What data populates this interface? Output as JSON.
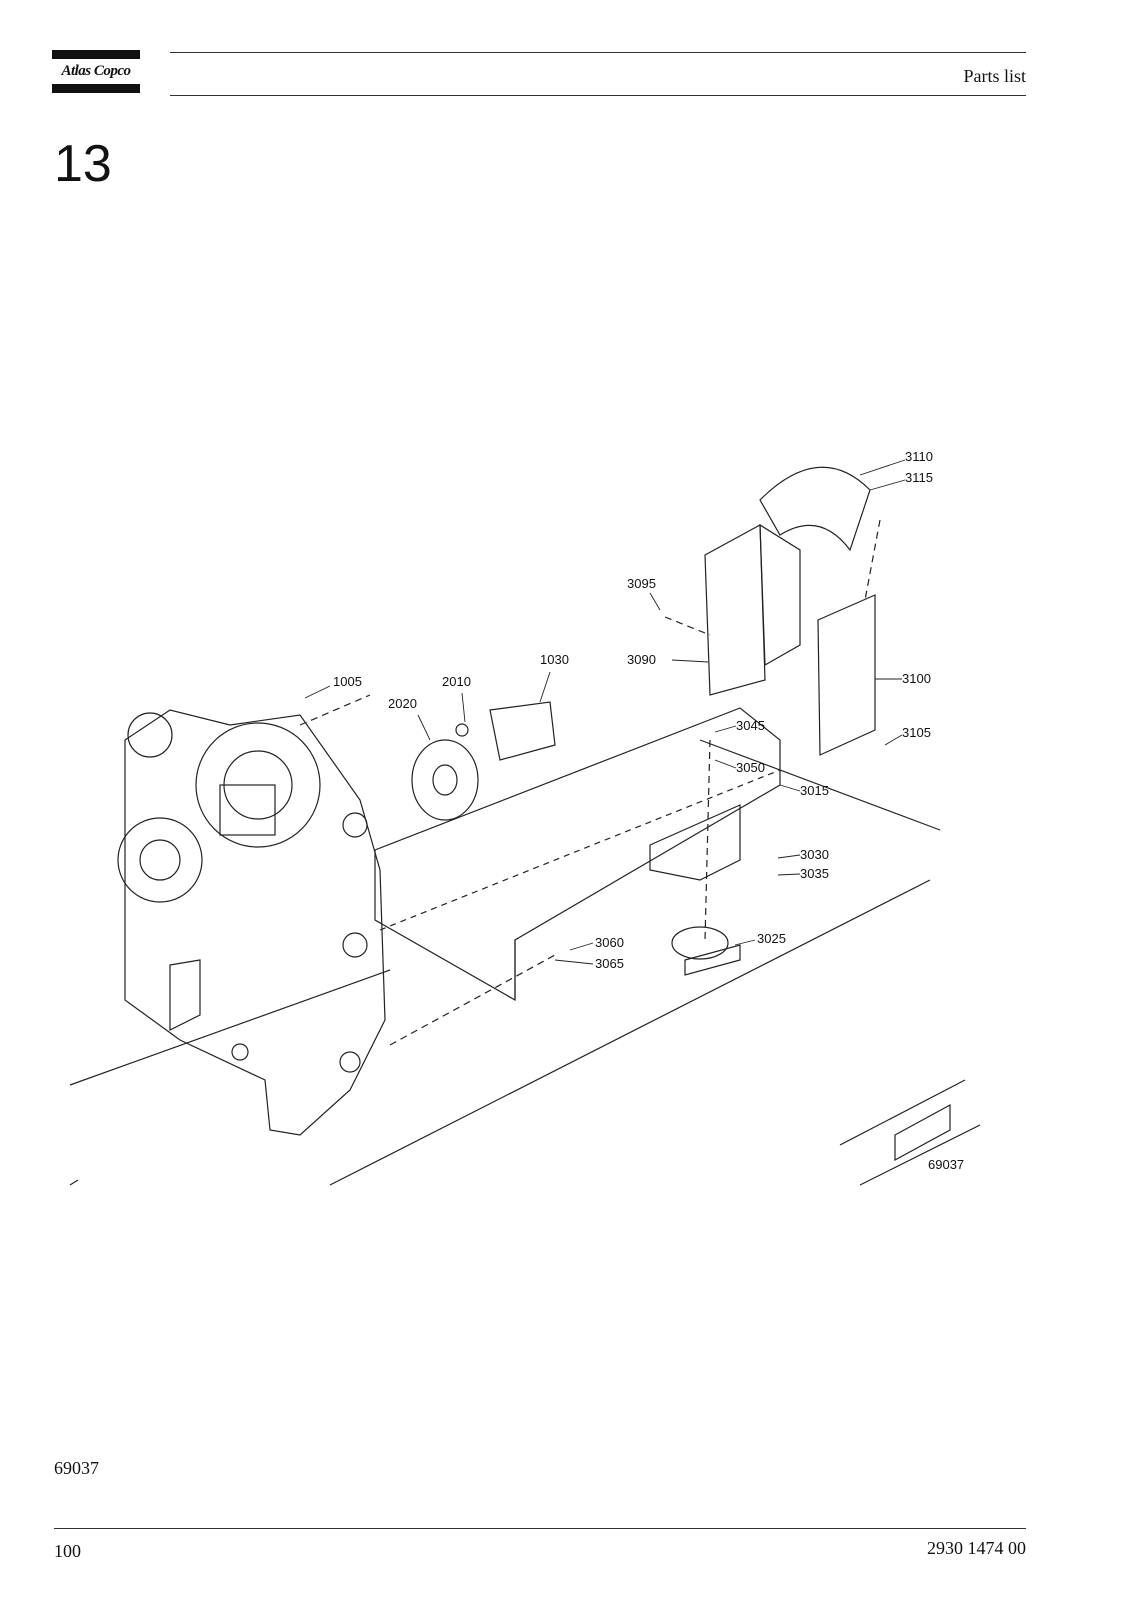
{
  "header": {
    "logo_text": "Atlas Copco",
    "title": "Parts list"
  },
  "chapter": "13",
  "figure": {
    "drawing_number": "69037",
    "callouts": {
      "c3110": "3110",
      "c3115": "3115",
      "c3095": "3095",
      "c3090": "3090",
      "c1030": "1030",
      "c2010": "2010",
      "c2020": "2020",
      "c1005": "1005",
      "c3100": "3100",
      "c3045": "3045",
      "c3105": "3105",
      "c3050": "3050",
      "c3015": "3015",
      "c3030": "3030",
      "c3035": "3035",
      "c3025": "3025",
      "c3060": "3060",
      "c3065": "3065"
    }
  },
  "drawing_ref": "69037",
  "footer": {
    "page_number": "100",
    "document_number": "2930 1474 00"
  }
}
